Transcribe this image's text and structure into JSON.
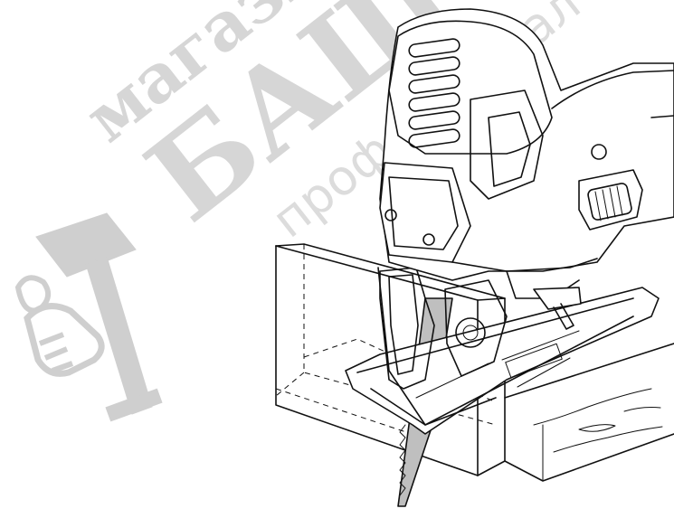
{
  "watermark": {
    "line1": "магазин",
    "line2": "БАШ",
    "line3": "профессионал",
    "color": "#d6d6d6"
  },
  "illustration": {
    "subject": "jigsaw-cutting-workpiece",
    "line_color": "#111111",
    "background": "#ffffff"
  }
}
